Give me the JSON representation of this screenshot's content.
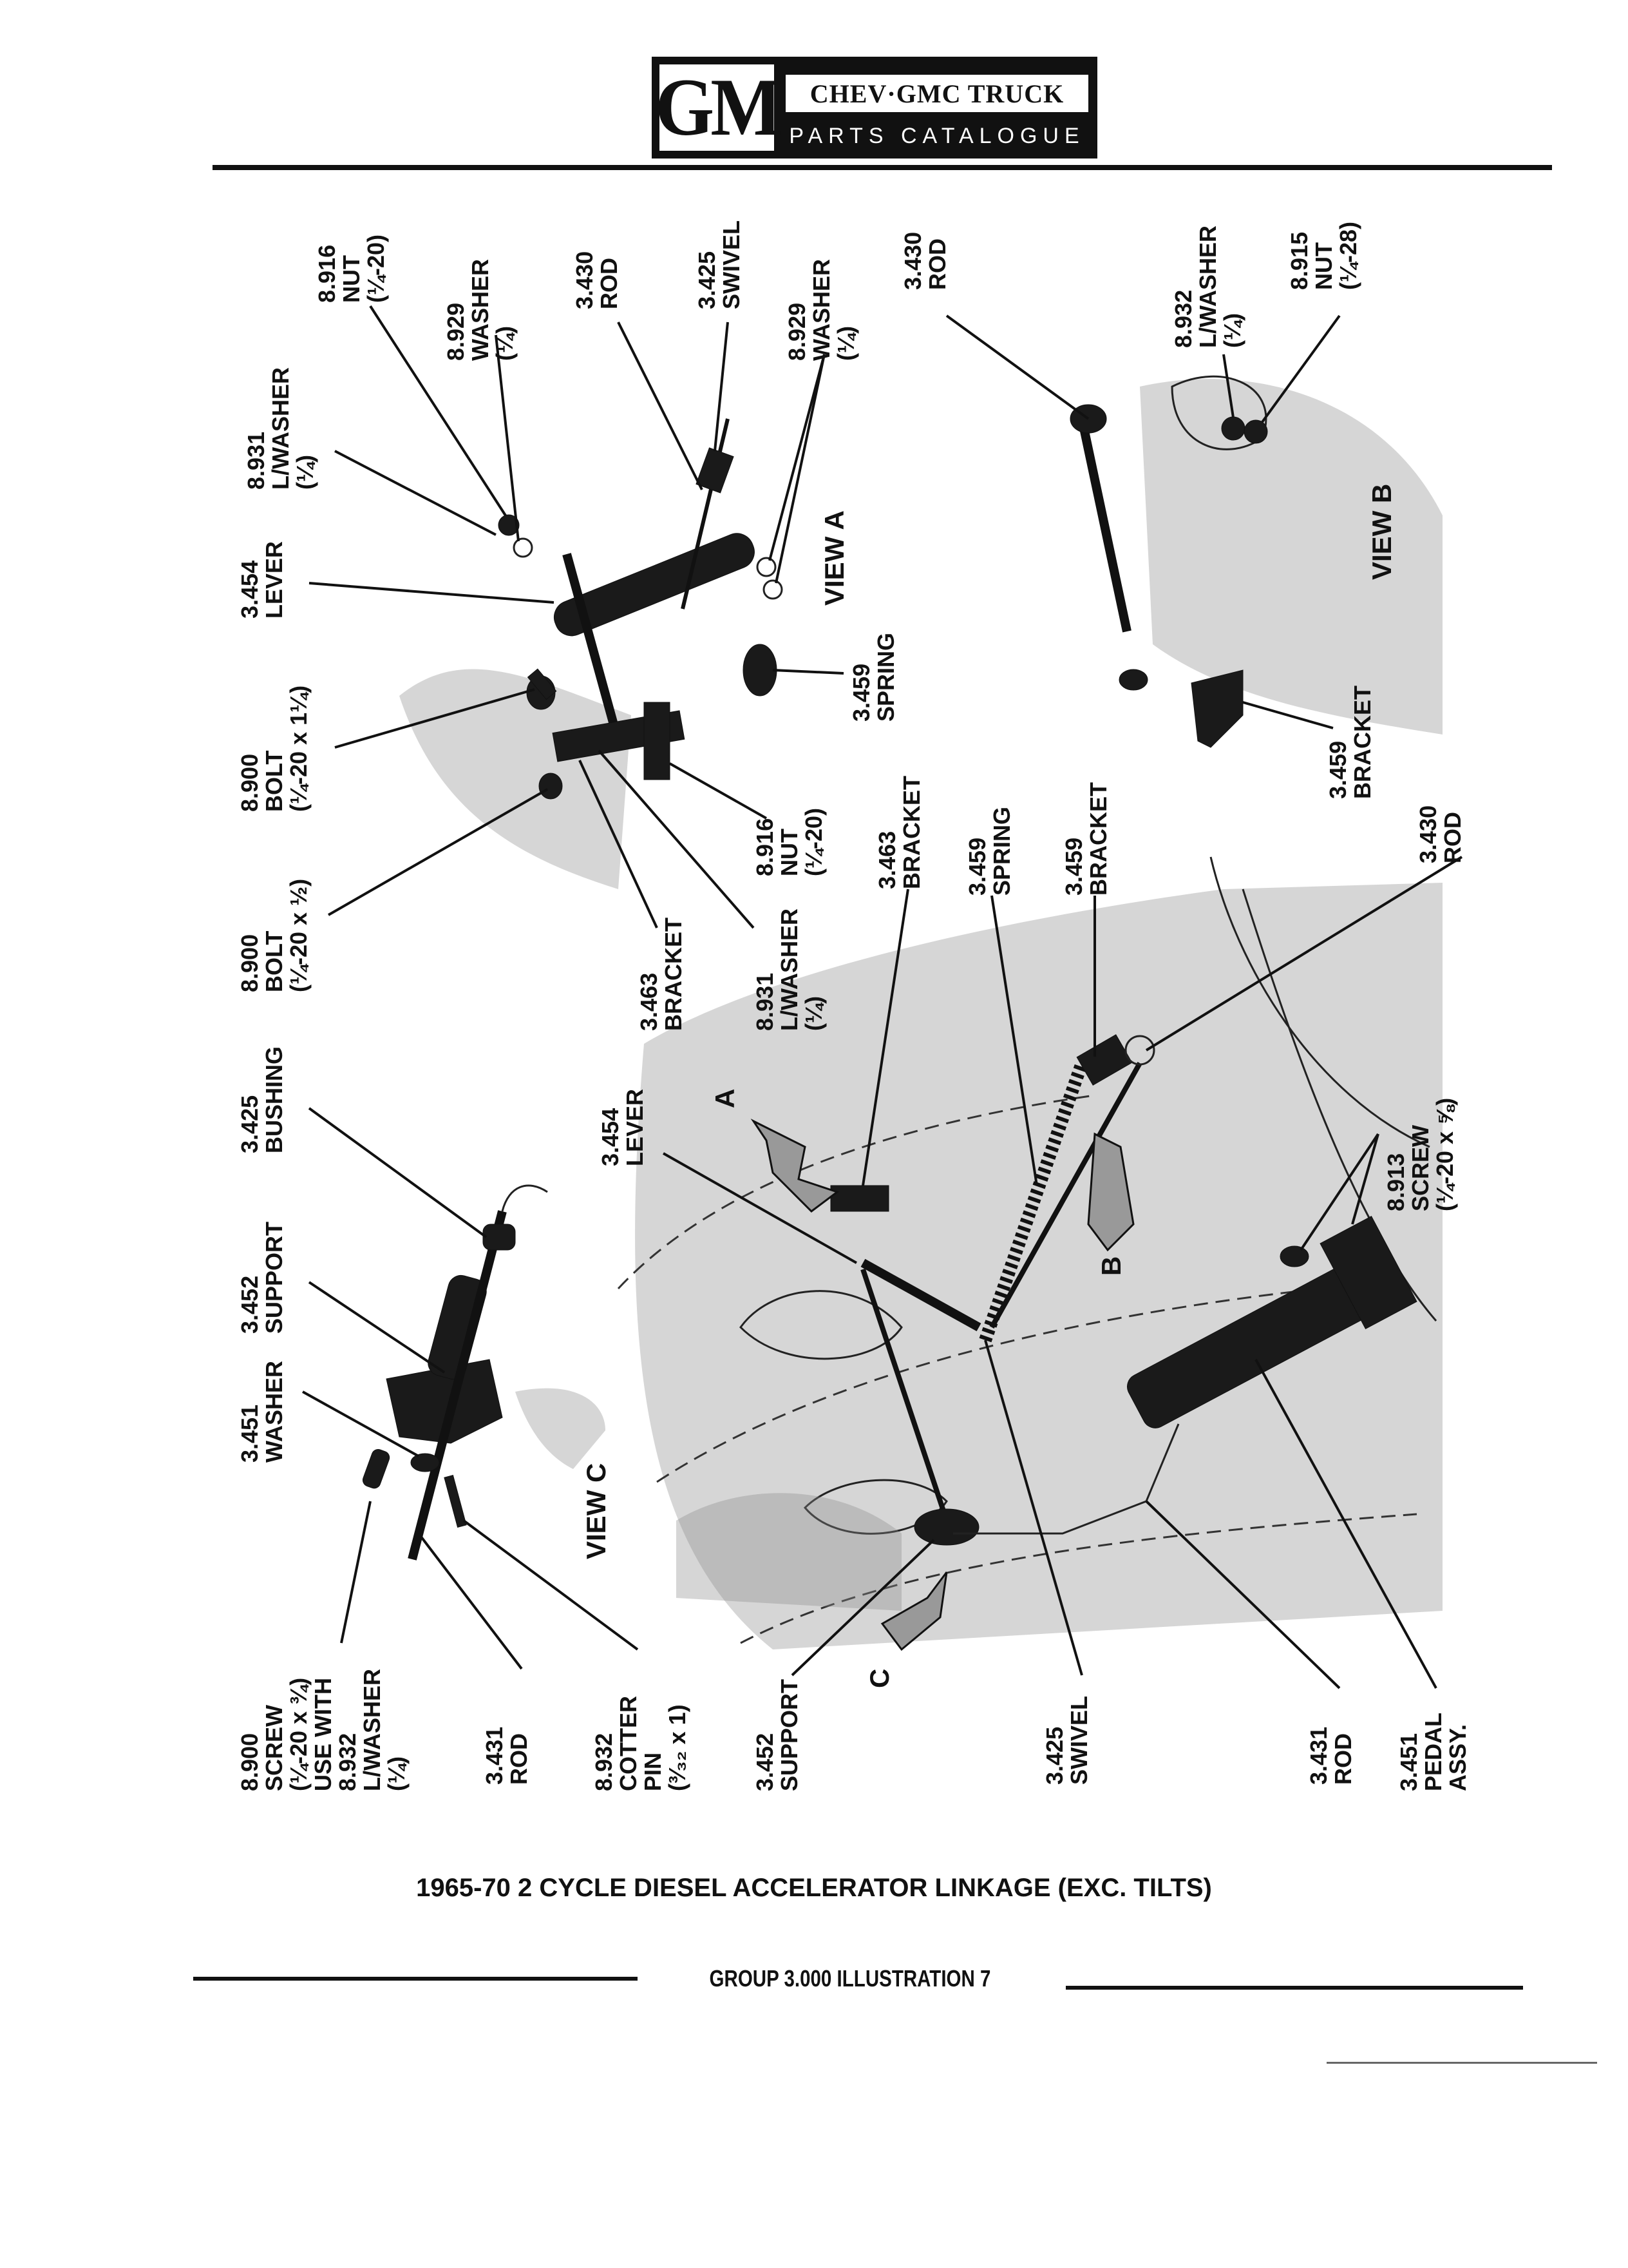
{
  "header": {
    "logo": "GM",
    "title": "CHEV·GMC TRUCK",
    "subtitle": "PARTS CATALOGUE"
  },
  "views": {
    "view_a": "VIEW A",
    "view_b": "VIEW B",
    "view_c": "VIEW C",
    "marker_a": "A",
    "marker_b": "B",
    "marker_c": "C"
  },
  "callouts": {
    "a_8931_top": [
      "8.931",
      "L/WASHER",
      "(¼)"
    ],
    "a_8916_top": [
      "8.916",
      "NUT",
      "(¼-20)"
    ],
    "a_8929_left": [
      "8.929",
      "WASHER",
      "(¼)"
    ],
    "a_3430": [
      "3.430",
      "ROD"
    ],
    "a_3425": [
      "3.425",
      "SWIVEL"
    ],
    "a_8929_right": [
      "8.929",
      "WASHER",
      "(¼)"
    ],
    "a_3454": [
      "3.454",
      "LEVER"
    ],
    "a_8900_long": [
      "8.900",
      "BOLT",
      "(¼-20 x 1¼)"
    ],
    "a_8900_short": [
      "8.900",
      "BOLT",
      "(¼-20 x ½)"
    ],
    "a_3459": [
      "3.459",
      "SPRING"
    ],
    "a_8916_bottom": [
      "8.916",
      "NUT",
      "(¼-20)"
    ],
    "a_3463": [
      "3.463",
      "BRACKET"
    ],
    "a_8931_bottom": [
      "8.931",
      "L/WASHER",
      "(¼)"
    ],
    "b_3430": [
      "3.430",
      "ROD"
    ],
    "b_8932": [
      "8.932",
      "L/WASHER",
      "(¼)"
    ],
    "b_8915": [
      "8.915",
      "NUT",
      "(¼-28)"
    ],
    "b_3459": [
      "3.459",
      "BRACKET"
    ],
    "m_3463": [
      "3.463",
      "BRACKET"
    ],
    "m_3459_spring": [
      "3.459",
      "SPRING"
    ],
    "m_3459_bracket": [
      "3.459",
      "BRACKET"
    ],
    "m_3430": [
      "3.430",
      "ROD"
    ],
    "m_3454": [
      "3.454",
      "LEVER"
    ],
    "m_8913": [
      "8.913",
      "SCREW",
      "(¼-20 x ⅝)"
    ],
    "c_3425": [
      "3.425",
      "BUSHING"
    ],
    "c_3452": [
      "3.452",
      "SUPPORT"
    ],
    "c_3451": [
      "3.451",
      "WASHER"
    ],
    "c_8900": [
      "8.900",
      "SCREW",
      "(¼-20 x ¾)",
      "USE WITH",
      "8.932",
      "L/WASHER",
      "(¼)"
    ],
    "c_3431": [
      "3.431",
      "ROD"
    ],
    "c_8932": [
      "8.932",
      "COTTER",
      "PIN",
      "(³⁄₃₂ x 1)"
    ],
    "m_3452": [
      "3.452",
      "SUPPORT"
    ],
    "m_3425": [
      "3.425",
      "SWIVEL"
    ],
    "m_3431": [
      "3.431",
      "ROD"
    ],
    "m_3451": [
      "3.451",
      "PEDAL",
      "ASSY."
    ]
  },
  "caption": "1965-70 2 CYCLE DIESEL ACCELERATOR LINKAGE (EXC. TILTS)",
  "footer": "GROUP 3.000 ILLUSTRATION 7"
}
